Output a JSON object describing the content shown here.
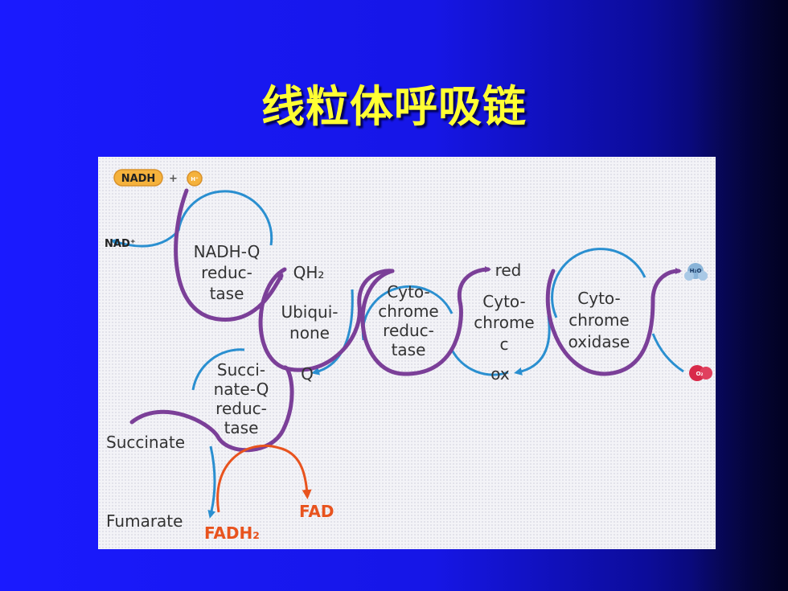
{
  "slide": {
    "title": "线粒体呼吸链"
  },
  "diagram": {
    "nadh": "NADH",
    "h_plus": "H⁺",
    "plus": "+",
    "nad_plus": "NAD⁺",
    "complex1": [
      "NADH-Q",
      "reduc-",
      "tase"
    ],
    "qh2": "QH₂",
    "q": "Q",
    "ubiquinone": [
      "Ubiqui-",
      "none"
    ],
    "complex2": [
      "Succi-",
      "nate-Q",
      "reduc-",
      "tase"
    ],
    "complex3": [
      "Cyto-",
      "chrome",
      "reduc-",
      "tase"
    ],
    "cytc_red": "red",
    "cytc_ox": "ox",
    "cytochrome_c": [
      "Cyto-",
      "chrome",
      "c"
    ],
    "complex4": [
      "Cyto-",
      "chrome",
      "oxidase"
    ],
    "h2o": "H₂O",
    "o2": "O₂",
    "succinate": "Succinate",
    "fumarate": "Fumarate",
    "fad": "FAD",
    "fadh2": "FADH₂"
  },
  "colors": {
    "purple": "#7b3f98",
    "blue": "#2a8fd0",
    "orange": "#e8531e",
    "title": "#ffff33"
  }
}
